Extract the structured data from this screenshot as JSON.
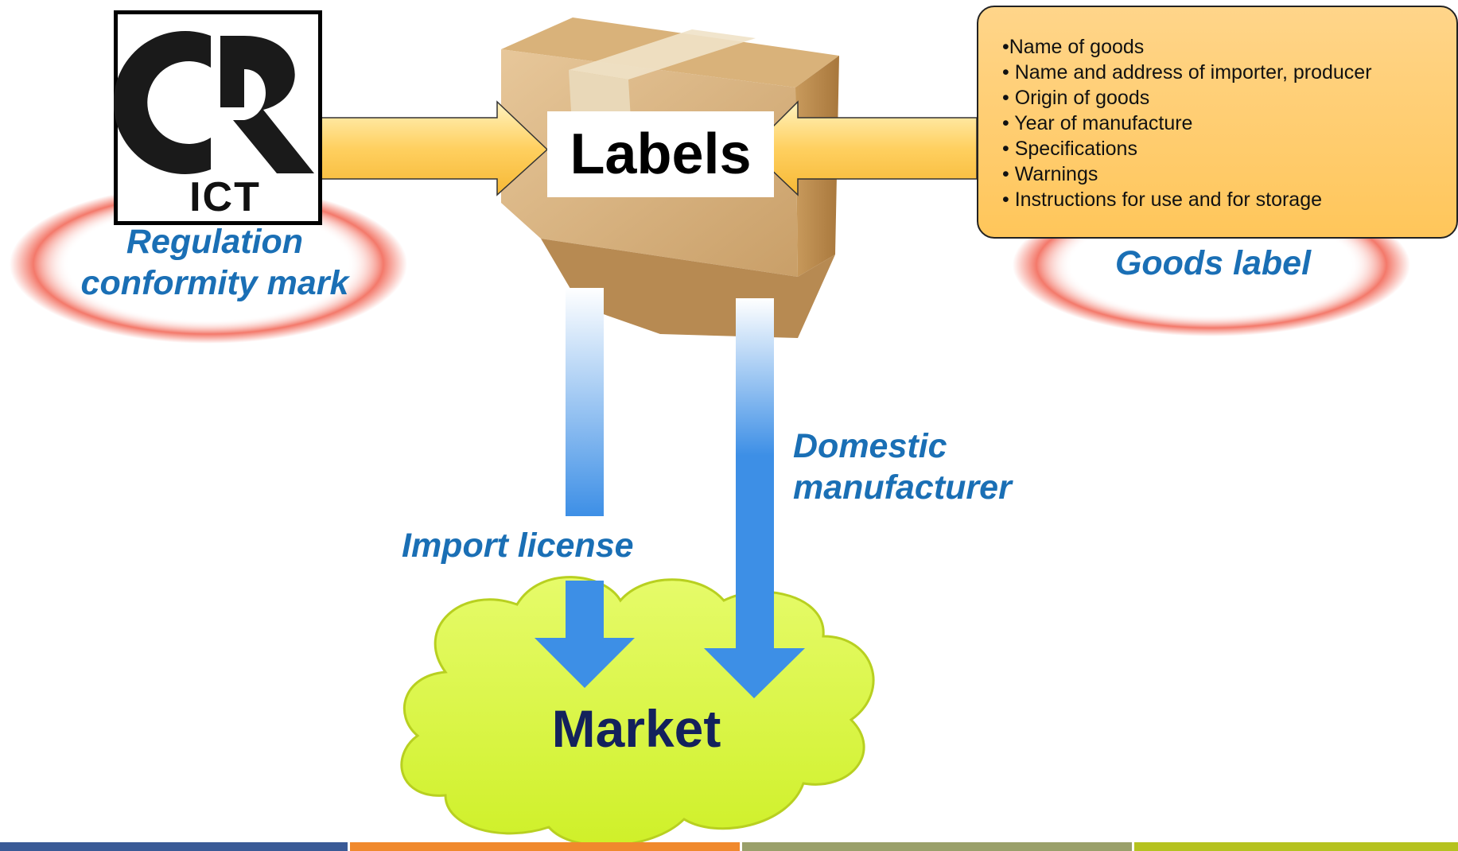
{
  "regulation_mark": {
    "logo_text": "ICT",
    "caption": "Regulation conformity mark"
  },
  "box": {
    "label": "Labels"
  },
  "goods_label": {
    "items": [
      "•Name of goods",
      "• Name and address of importer, producer",
      "• Origin of goods",
      "• Year of manufacture",
      "• Specifications",
      "• Warnings",
      "• Instructions for use and for storage"
    ],
    "caption": "Goods label"
  },
  "flows": {
    "import_label": "Import license",
    "domestic_label": "Domestic manufacturer"
  },
  "market": {
    "label": "Market"
  },
  "colors": {
    "caption_blue": "#1a6fb5",
    "arrow_blue": "#3d8fe6",
    "cloud_green": "#d6f53a",
    "card_orange": "#ffc65a",
    "market_navy": "#13215c",
    "footer": [
      "#3a5a96",
      "#f0892d",
      "#9aa06a",
      "#b5c21f"
    ]
  }
}
